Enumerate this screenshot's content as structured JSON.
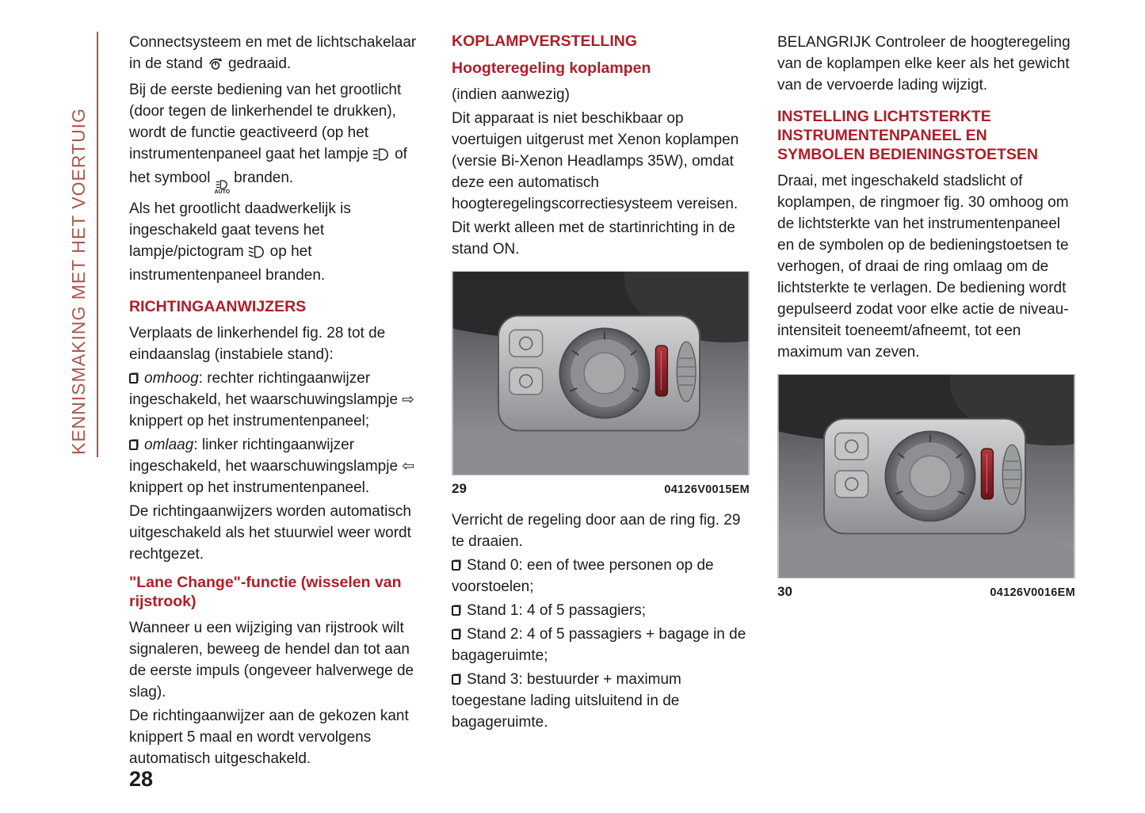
{
  "page": {
    "number": "28",
    "sidebar_title": "KENNISMAKING MET HET VOERTUIG"
  },
  "colors": {
    "heading_red": "#AE1E28",
    "sidebar_red": "#A9584F",
    "text": "#1C1C1E"
  },
  "icons": {
    "light_switch_position": "rotary-light-switch-with-arrow",
    "main_beam_indicator": "headlamp-beam",
    "auto_headlamp": "headlamp-beam-with-auto",
    "low_beam_indicator": "headlamp-low-beam",
    "indicator_right_arrow": "⇨",
    "indicator_left_arrow": "⇦",
    "list_bullet": "shadowed-white-square",
    "auto_label": "AUTO"
  },
  "col1": {
    "p1a": "Connectsysteem en met de lichtschakelaar in de stand",
    "p1b": "gedraaid.",
    "p2a": "Bij de eerste bediening van het grootlicht (door tegen de linkerhendel te drukken), wordt de functie geactiveerd (op het instrumentenpaneel gaat het lampje",
    "p2b": "of het symbool",
    "p2c": "branden.",
    "p3a": "Als het grootlicht daadwerkelijk is ingeschakeld gaat tevens het lampje/pictogram",
    "p3b": "op het instrumentenpaneel branden.",
    "heading1": "RICHTINGAANWIJZERS",
    "p4": "Verplaats de linkerhendel fig. 28 tot de eindaanslag (instabiele stand):",
    "items": [
      {
        "em": "omhoog",
        "rest": ": rechter richtingaanwijzer ingeschakeld, het waarschuwingslampje ⇨ knippert op het instrumentenpaneel;"
      },
      {
        "em": "omlaag",
        "rest": ": linker richtingaanwijzer ingeschakeld, het waarschuwingslampje ⇦ knippert op het instrumentenpaneel."
      }
    ],
    "p5": "De richtingaanwijzers worden automatisch uitgeschakeld als het stuurwiel weer wordt rechtgezet.",
    "heading2": "\"Lane Change\"-functie (wisselen van rijstrook)",
    "p6": "Wanneer u een wijziging van rijstrook wilt signaleren, beweeg de hendel dan tot aan de eerste impuls (ongeveer halverwege de slag).",
    "p7": "De richtingaanwijzer aan de gekozen kant knippert 5 maal en wordt vervolgens automatisch uitgeschakeld."
  },
  "col2": {
    "heading": "KOPLAMPVERSTELLING",
    "subheading": "Hoogteregeling koplampen",
    "p1": "(indien aanwezig)",
    "p2": "Dit apparaat is niet beschikbaar op voertuigen uitgerust met Xenon koplampen (versie Bi-Xenon Headlamps 35W), omdat deze een automatisch hoogteregelingscorrectiesysteem vereisen.",
    "p3": "Dit werkt alleen met de startinrichting in de stand ON.",
    "figure": {
      "number": "29",
      "code": "04126V0015EM"
    },
    "p4": "Verricht de regeling door aan de ring fig. 29 te draaien.",
    "items": [
      "Stand 0: een of twee personen op de voorstoelen;",
      "Stand 1: 4 of 5 passagiers;",
      "Stand 2: 4 of 5 passagiers + bagage in de bagageruimte;",
      "Stand 3: bestuurder + maximum toegestane lading uitsluitend in de bagageruimte."
    ]
  },
  "col3": {
    "p1": "BELANGRIJK Controleer de hoogteregeling van de koplampen elke keer als het gewicht van de vervoerde lading wijzigt.",
    "heading": "INSTELLING LICHTSTERKTE INSTRUMENTENPANEEL EN SYMBOLEN BEDIENINGSTOETSEN",
    "p2": "Draai, met ingeschakeld stadslicht of koplampen, de ringmoer fig. 30 omhoog om de lichtsterkte van het instrumentenpaneel en de symbolen op de bedieningstoetsen te verhogen, of draai de ring omlaag om de lichtsterkte te verlagen. De bediening wordt gepulseerd zodat voor elke actie de niveau-intensiteit toeneemt/afneemt, tot een maximum van zeven.",
    "figure": {
      "number": "30",
      "code": "04126V0016EM"
    }
  }
}
